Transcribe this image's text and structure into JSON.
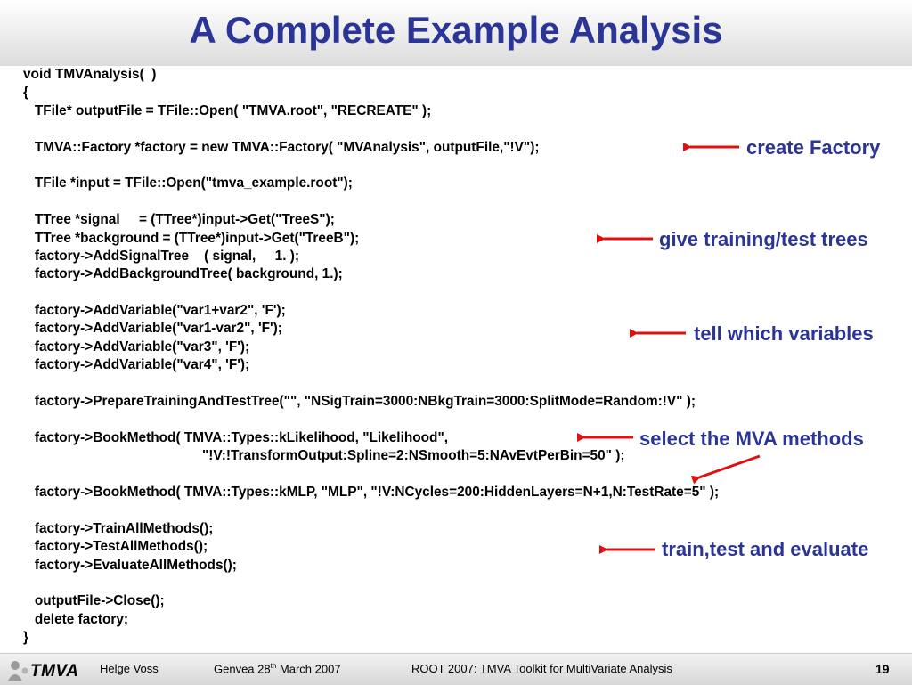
{
  "slide": {
    "title": "A Complete Example Analysis",
    "code_lines": [
      "void TMVAnalysis(  )",
      "{",
      "   TFile* outputFile = TFile::Open( \"TMVA.root\", \"RECREATE\" );",
      "",
      "   TMVA::Factory *factory = new TMVA::Factory( \"MVAnalysis\", outputFile,\"!V\");",
      "",
      "   TFile *input = TFile::Open(\"tmva_example.root\");",
      "",
      "   TTree *signal     = (TTree*)input->Get(\"TreeS\");",
      "   TTree *background = (TTree*)input->Get(\"TreeB\");",
      "   factory->AddSignalTree    ( signal,     1. );",
      "   factory->AddBackgroundTree( background, 1.);",
      "",
      "   factory->AddVariable(\"var1+var2\", 'F');",
      "   factory->AddVariable(\"var1-var2\", 'F');",
      "   factory->AddVariable(\"var3\", 'F');",
      "   factory->AddVariable(\"var4\", 'F');",
      "",
      "   factory->PrepareTrainingAndTestTree(\"\", \"NSigTrain=3000:NBkgTrain=3000:SplitMode=Random:!V\" );",
      "",
      "   factory->BookMethod( TMVA::Types::kLikelihood, \"Likelihood\",",
      "                                               \"!V:!TransformOutput:Spline=2:NSmooth=5:NAvEvtPerBin=50\" );",
      "",
      "   factory->BookMethod( TMVA::Types::kMLP, \"MLP\", \"!V:NCycles=200:HiddenLayers=N+1,N:TestRate=5\" );",
      "",
      "   factory->TrainAllMethods();",
      "   factory->TestAllMethods();",
      "   factory->EvaluateAllMethods();",
      "",
      "   outputFile->Close();",
      "   delete factory;",
      "}"
    ],
    "annotations": [
      "create Factory",
      "give training/test trees",
      "tell which variables",
      "select the MVA methods",
      "train,test and evaluate"
    ],
    "arrow_color": "#e01010"
  },
  "footer": {
    "logo_text": "TMVA",
    "author": "Helge Voss",
    "date_prefix": "Genvea  28",
    "date_sup": "th",
    "date_suffix": " March 2007",
    "event": "ROOT 2007:   TMVA Toolkit for MultiVariate Analysis",
    "page_number": "19"
  }
}
